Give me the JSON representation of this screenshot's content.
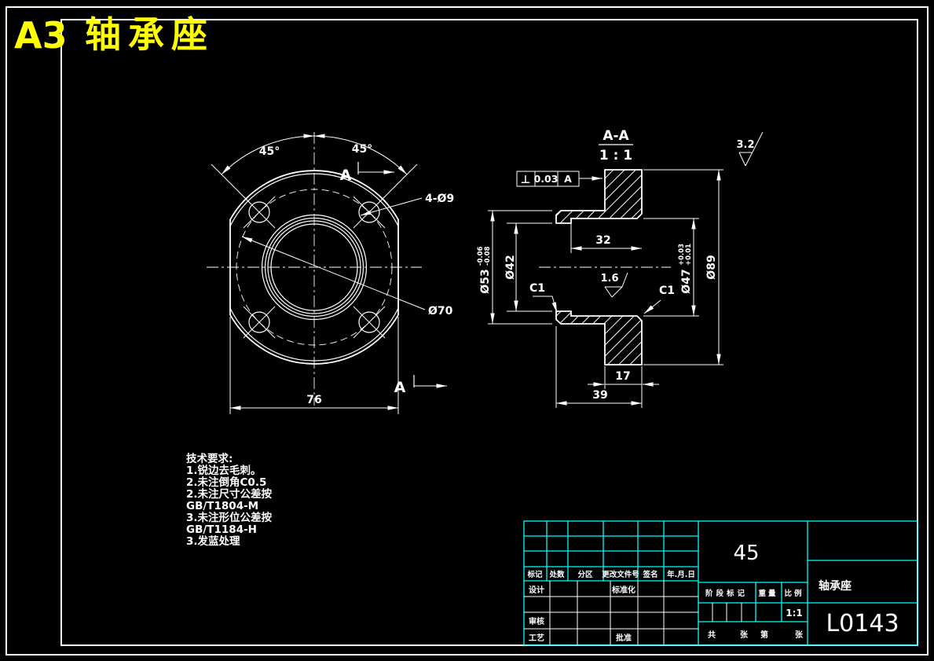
{
  "page_title": {
    "sheet_size": "A3",
    "part": "轴承座"
  },
  "front_view": {
    "angle_left": "45°",
    "angle_right": "45°",
    "section_letter": "A",
    "holes_label": "4-Ø9",
    "bolt_circle_label": "Ø70",
    "width_label": "76"
  },
  "section_view": {
    "label": "A-A",
    "scale": "1 : 1",
    "gdt": {
      "symbol": "⊥",
      "value": "0.03",
      "datum": "A"
    },
    "dim_32": "32",
    "dim_17": "17",
    "dim_39": "39",
    "dim_d42": "Ø42",
    "dim_d53": "Ø53",
    "d53_tol_up": "-0.06",
    "d53_tol_low": "-0.08",
    "dim_d47": "Ø47",
    "d47_tol_up": "+0.03",
    "d47_tol_low": "+0.01",
    "dim_d89": "Ø89",
    "chamfer_left": "C1",
    "chamfer_right": "C1",
    "roughness_bore": "1.6",
    "roughness_corner": "3.2"
  },
  "tech_req": {
    "heading": "技术要求:",
    "lines": [
      "1.锐边去毛刺。",
      "2.未注倒角C0.5",
      "2.未注尺寸公差按",
      "GB/T1804-M",
      "3.未注形位公差按",
      "GB/T1184-H",
      "3.发蓝处理"
    ]
  },
  "title_block": {
    "rev_headers": [
      "标记",
      "处数",
      "分区",
      "更改文件号",
      "签名",
      "年.月.日"
    ],
    "design": "设计",
    "standardize": "标准化",
    "audit": "审核",
    "process": "工艺",
    "approve": "批准",
    "stage_label": "阶段标记",
    "weight_label": "重量",
    "scale_label": "比例",
    "scale_value": "1:1",
    "sheet_words": [
      "共",
      "张",
      "第",
      "张"
    ],
    "material": "45",
    "part_name": "轴承座",
    "drawing_no": "L0143"
  },
  "colors": {
    "background": "#000000",
    "line": "#ffffff",
    "grid": "#00ffff",
    "title": "#ffff00"
  }
}
